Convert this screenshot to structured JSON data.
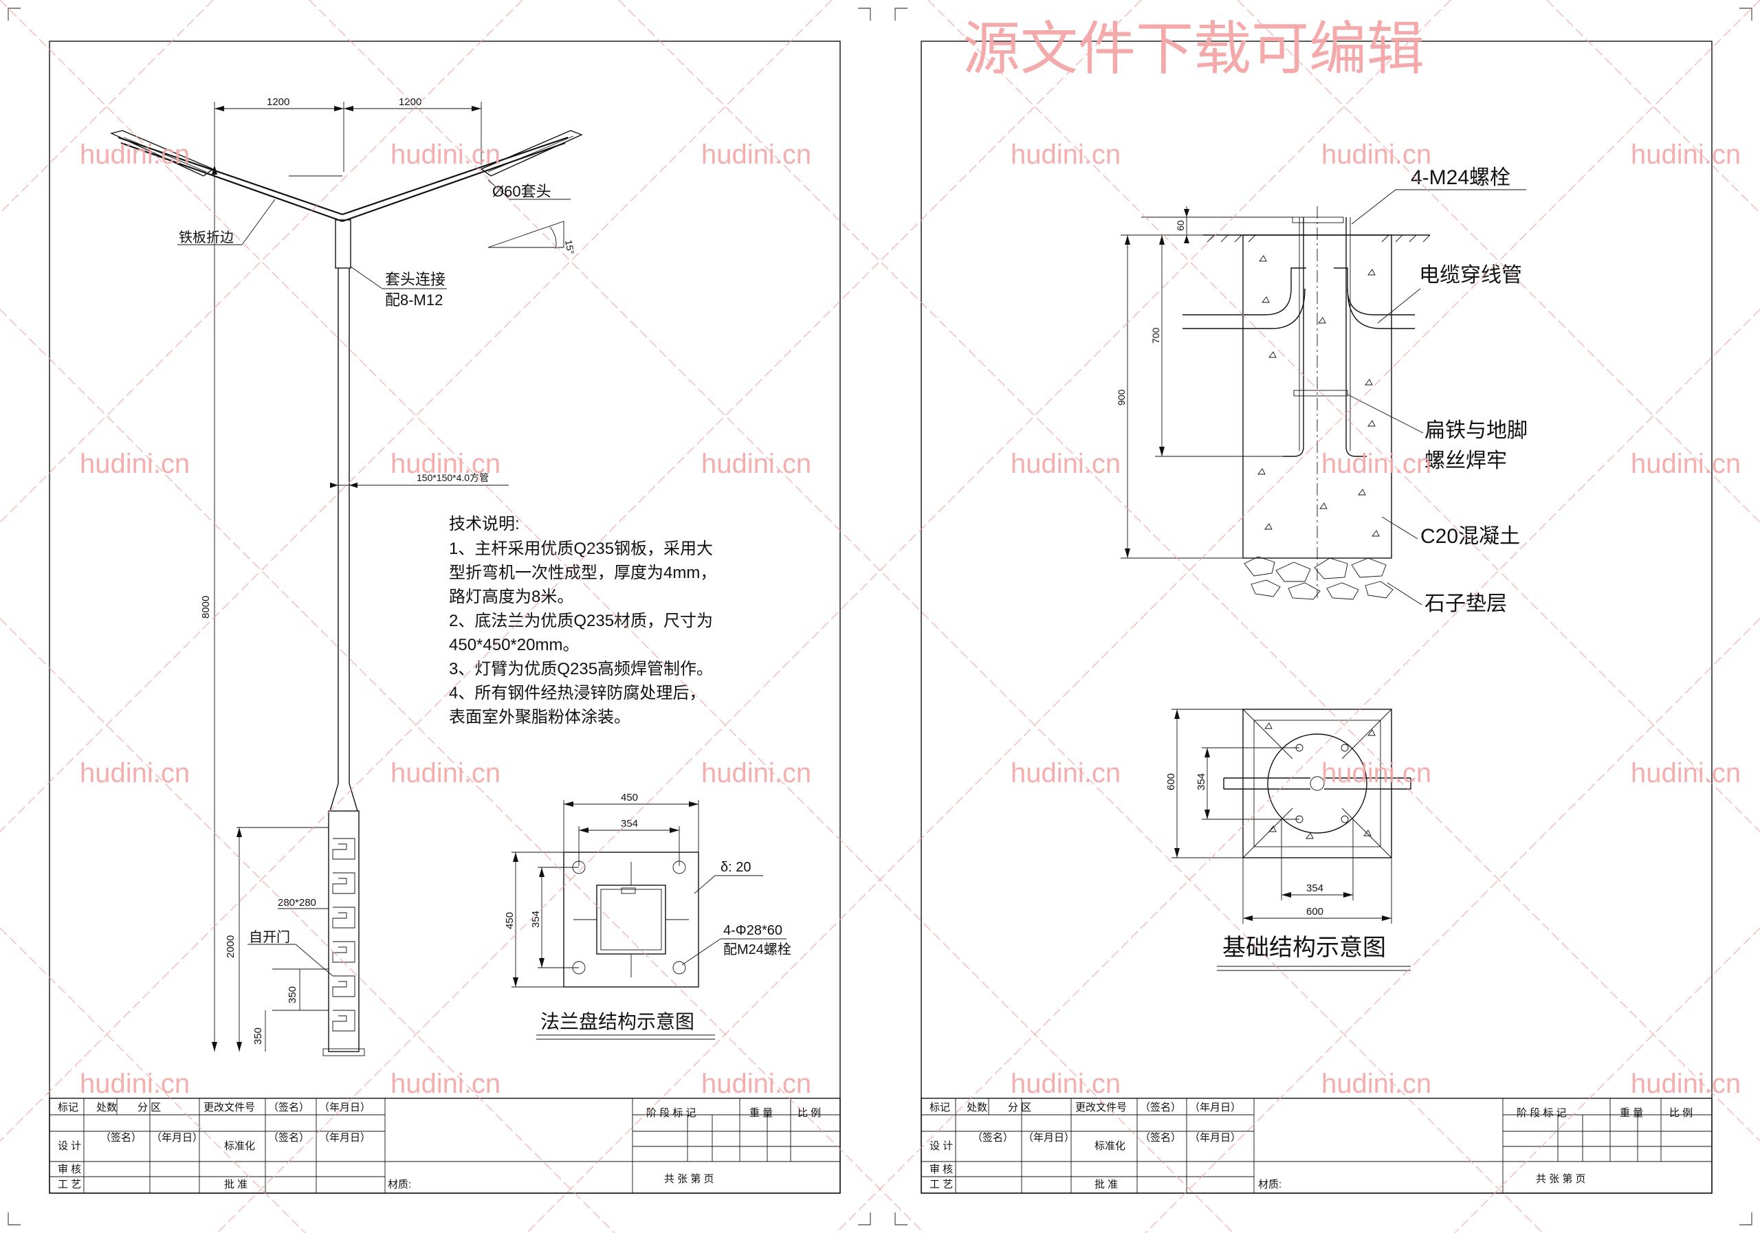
{
  "watermark": {
    "site": "hudini.cn",
    "banner": "源文件下载可编辑"
  },
  "left_sheet": {
    "arm_dim_left": "1200",
    "arm_dim_right": "1200",
    "lamp_head": "Ø60套头",
    "arm_angle": "15°",
    "plate_fold": "铁板折边",
    "socket_connect": "套头连接",
    "socket_bolts": "配8-M12",
    "pole_section": "150*150*4.0方管",
    "pole_height": "8000",
    "base_height": "2000",
    "door_height": "350",
    "door_bottom": "350",
    "base_size": "280*280",
    "door": "自开门",
    "notes_title": "技术说明:",
    "notes": [
      "1、主杆采用优质Q235钢板，采用大",
      "型折弯机一次性成型，厚度为4mm，",
      "路灯高度为8米。",
      "2、底法兰为优质Q235材质，尺寸为",
      "450*450*20mm。",
      "3、灯臂为优质Q235高频焊管制作。",
      "4、所有钢件经热浸锌防腐处理后，",
      "表面室外聚脂粉体涂装。"
    ],
    "flange": {
      "outer_w": "450",
      "inner_w": "354",
      "outer_h": "450",
      "inner_h": "354",
      "thickness": "δ: 20",
      "holes": "4-Φ28*60",
      "bolts": "配M24螺栓",
      "caption": "法兰盘结构示意图"
    }
  },
  "right_sheet": {
    "bolt": "4-M24螺栓",
    "conduit": "电缆穿线管",
    "weld": [
      "扁铁与地脚",
      "螺丝焊牢"
    ],
    "concrete": "C20混凝土",
    "gravel": "石子垫层",
    "dim_top": "60",
    "dim_mid": "700",
    "dim_total": "900",
    "plan": {
      "side": "600",
      "bolt_spacing": "354",
      "bottom_inner": "354",
      "bottom_outer": "600",
      "caption": "基础结构示意图"
    }
  },
  "title_block": {
    "mark": "标记",
    "count": "处数",
    "zone": "分 区",
    "change_doc": "更改文件号",
    "sign": "（签名）",
    "date": "（年月日）",
    "design": "设 计",
    "standard": "标准化",
    "review": "审 核",
    "process": "工 艺",
    "approve": "批 准",
    "material": "材质:",
    "stage": "阶 段 标 记",
    "weight": "重 量",
    "scale": "比 例",
    "pages": "共    张    第    页"
  }
}
